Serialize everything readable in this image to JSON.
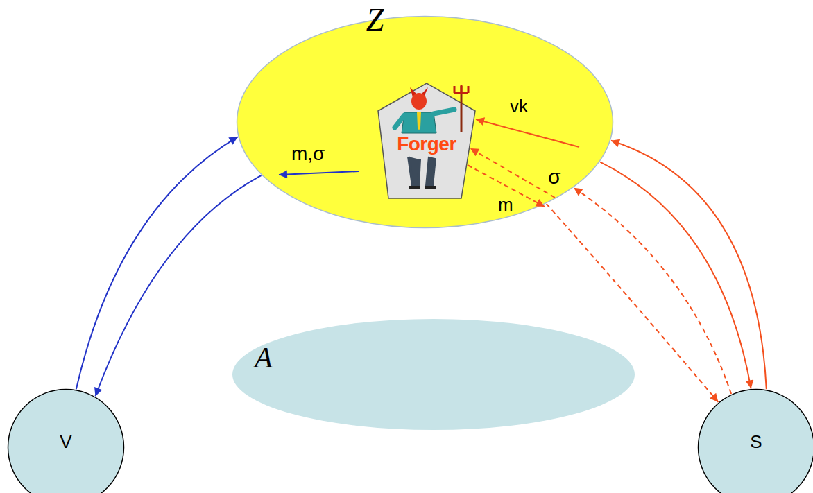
{
  "diagram": {
    "nodes": [
      {
        "text": [
          "Z"
        ]
      },
      {
        "text": [
          "Forger"
        ],
        "in": 0
      },
      {
        "text": [
          "A"
        ]
      },
      {
        "text": [
          "V"
        ]
      },
      {
        "text": [
          "S"
        ]
      }
    ],
    "edges": [
      {
        "from": 3,
        "to": 0,
        "arrow": "to"
      },
      {
        "from": 0,
        "to": 3,
        "arrow": "to"
      },
      {
        "from": 0,
        "to": 4,
        "arrow": "to"
      },
      {
        "from": 4,
        "to": 0,
        "arrow": "to"
      },
      {
        "from": 0,
        "to": 4,
        "arrow": "to"
      },
      {
        "from": 4,
        "to": 0,
        "arrow": "to"
      }
    ],
    "labels": [
      "m,σ",
      "vk",
      "σ",
      "m"
    ]
  }
}
